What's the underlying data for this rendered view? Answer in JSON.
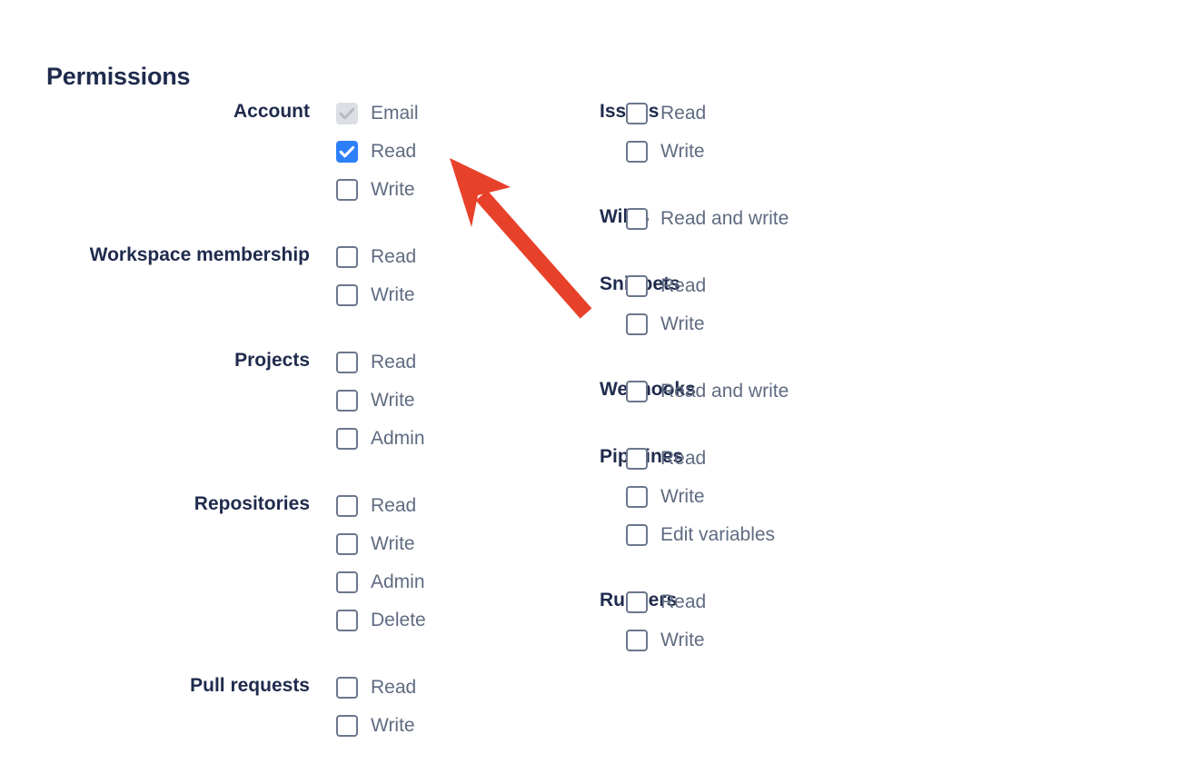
{
  "page": {
    "title": "Permissions"
  },
  "annotation": {
    "arrow_color": "#e8412a",
    "arrow_tip": "495,174",
    "arrow_tail": "648,348",
    "points_at": "Account Read checkbox"
  },
  "colors": {
    "heading": "#1f2b4d",
    "group_label": "#1f2b4d",
    "option_label": "#5f6b81",
    "checkbox_border": "#6b778c",
    "checkbox_checked": "#2d7ff9",
    "checkbox_disabled": "#dcdfe4",
    "background": "#ffffff"
  },
  "left_column": [
    {
      "label": "Account",
      "options": [
        {
          "label": "Email",
          "state": "disabled-checked"
        },
        {
          "label": "Read",
          "state": "checked"
        },
        {
          "label": "Write",
          "state": "unchecked"
        }
      ]
    },
    {
      "label": "Workspace membership",
      "options": [
        {
          "label": "Read",
          "state": "unchecked"
        },
        {
          "label": "Write",
          "state": "unchecked"
        }
      ]
    },
    {
      "label": "Projects",
      "options": [
        {
          "label": "Read",
          "state": "unchecked"
        },
        {
          "label": "Write",
          "state": "unchecked"
        },
        {
          "label": "Admin",
          "state": "unchecked"
        }
      ]
    },
    {
      "label": "Repositories",
      "options": [
        {
          "label": "Read",
          "state": "unchecked"
        },
        {
          "label": "Write",
          "state": "unchecked"
        },
        {
          "label": "Admin",
          "state": "unchecked"
        },
        {
          "label": "Delete",
          "state": "unchecked"
        }
      ]
    },
    {
      "label": "Pull requests",
      "options": [
        {
          "label": "Read",
          "state": "unchecked"
        },
        {
          "label": "Write",
          "state": "unchecked"
        }
      ]
    }
  ],
  "right_column": [
    {
      "label": "Issues",
      "options": [
        {
          "label": "Read",
          "state": "unchecked"
        },
        {
          "label": "Write",
          "state": "unchecked"
        }
      ]
    },
    {
      "label": "Wikis",
      "options": [
        {
          "label": "Read and write",
          "state": "unchecked"
        }
      ]
    },
    {
      "label": "Snippets",
      "options": [
        {
          "label": "Read",
          "state": "unchecked"
        },
        {
          "label": "Write",
          "state": "unchecked"
        }
      ]
    },
    {
      "label": "Webhooks",
      "options": [
        {
          "label": "Read and write",
          "state": "unchecked"
        }
      ]
    },
    {
      "label": "Pipelines",
      "options": [
        {
          "label": "Read",
          "state": "unchecked"
        },
        {
          "label": "Write",
          "state": "unchecked"
        },
        {
          "label": "Edit variables",
          "state": "unchecked"
        }
      ]
    },
    {
      "label": "Runners",
      "options": [
        {
          "label": "Read",
          "state": "unchecked"
        },
        {
          "label": "Write",
          "state": "unchecked"
        }
      ]
    }
  ]
}
